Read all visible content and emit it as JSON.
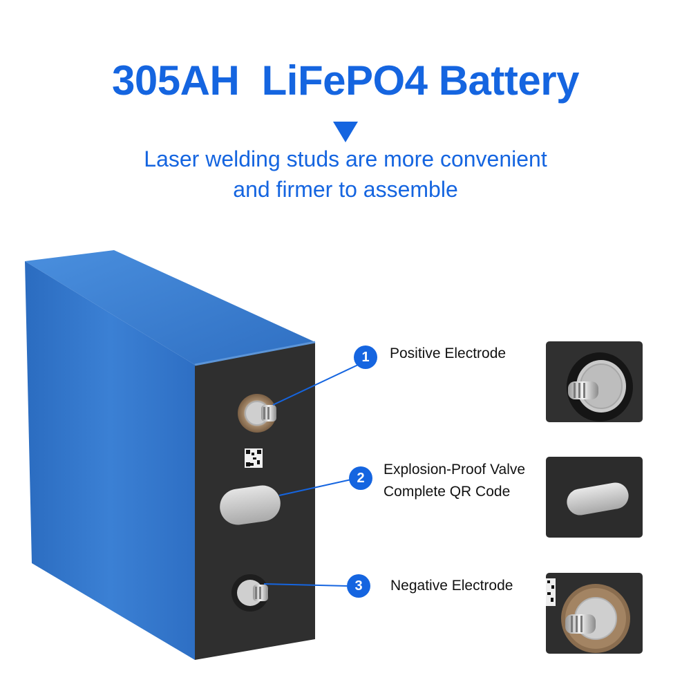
{
  "header": {
    "title": "305AH  LiFePO4 Battery",
    "subtitle_line1": "Laser welding studs are more convenient",
    "subtitle_line2": "and firmer to assemble"
  },
  "callouts": [
    {
      "number": "1",
      "label_line1": "Positive Electrode",
      "label_line2": ""
    },
    {
      "number": "2",
      "label_line1": "Explosion-Proof Valve",
      "label_line2": "Complete QR Code"
    },
    {
      "number": "3",
      "label_line1": "Negative Electrode",
      "label_line2": ""
    }
  ],
  "colors": {
    "accent": "#1565e0",
    "battery_blue": "#2f74c8",
    "battery_face": "#2e2e2e",
    "thumb_bg": "#2d2d2d"
  }
}
